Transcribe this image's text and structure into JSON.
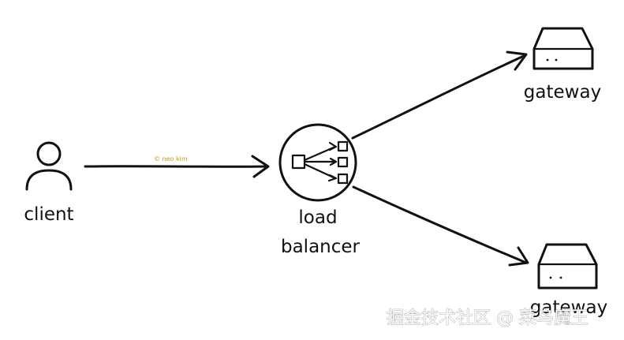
{
  "diagram": {
    "nodes": {
      "client": {
        "label": "client",
        "icon": "user-icon"
      },
      "load_balancer": {
        "label_line1": "load",
        "label_line2": "balancer",
        "icon": "load-balancer-icon"
      },
      "gateway_top": {
        "label": "gateway",
        "icon": "server-icon"
      },
      "gateway_bottom": {
        "label": "gateway",
        "icon": "server-icon"
      }
    },
    "edges": [
      {
        "from": "client",
        "to": "load_balancer"
      },
      {
        "from": "load_balancer",
        "to": "gateway_top"
      },
      {
        "from": "load_balancer",
        "to": "gateway_bottom"
      }
    ],
    "credit": "© neo kim",
    "watermark": "掘金技术社区 @ 菜鸟魔王"
  }
}
